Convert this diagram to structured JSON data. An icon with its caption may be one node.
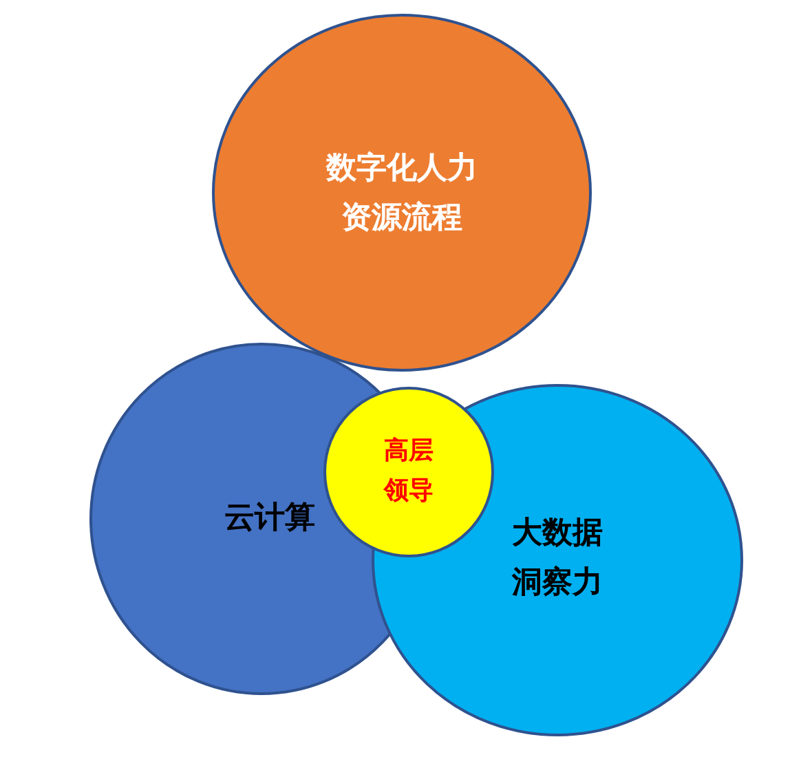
{
  "diagram": {
    "nodes": [
      {
        "text": [
          "数字化人力资源流程"
        ]
      },
      {
        "text": [
          "云计算"
        ]
      },
      {
        "text": [
          "大数据洞察力"
        ]
      },
      {
        "text": [
          "高层领导"
        ]
      }
    ]
  }
}
